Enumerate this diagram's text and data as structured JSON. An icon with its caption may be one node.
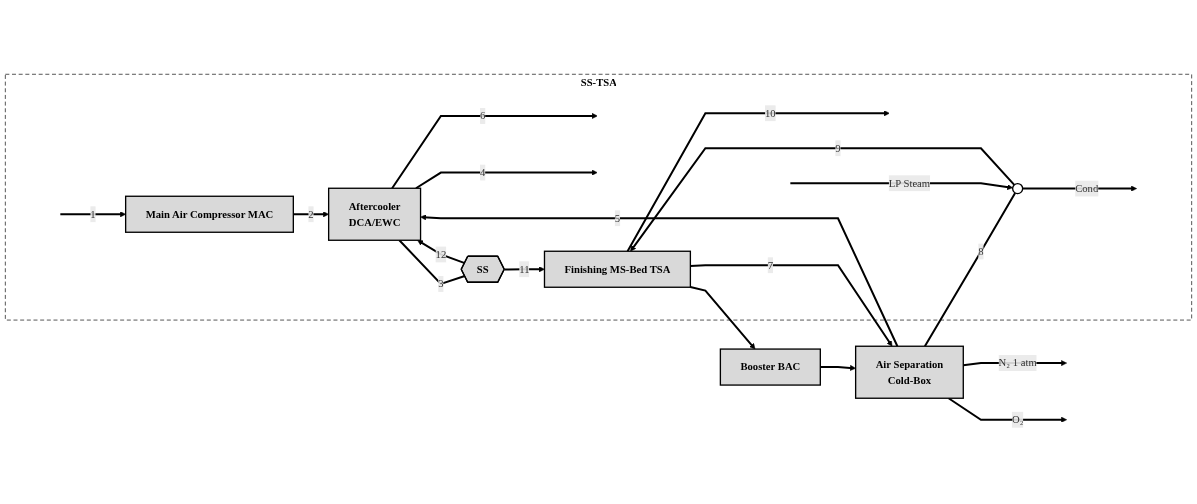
{
  "diagram": {
    "nodes": [
      {
        "text": [
          "SS-TSA"
        ]
      },
      {
        "text": [
          "Main Air Compressor MAC"
        ],
        "in": 0
      },
      {
        "text": [
          "Aftercooler",
          "DCA/EWC"
        ],
        "in": 0
      },
      {
        "text": [
          "SS"
        ],
        "in": 0
      },
      {
        "text": [
          "Finishing MS-Bed TSA"
        ],
        "in": 0
      },
      {
        "text": [],
        "shape": "circle",
        "in": 0
      },
      {
        "text": [
          "Air Separation",
          "Cold-Box"
        ]
      },
      {
        "text": [
          "Booster BAC"
        ]
      }
    ],
    "edges": [
      {
        "from": null,
        "to": 1,
        "arrow": "to",
        "label": "1"
      },
      {
        "from": 1,
        "to": 2,
        "arrow": "to",
        "label": "2"
      },
      {
        "from": 2,
        "to": 3,
        "arrow": "none",
        "label": "3"
      },
      {
        "from": 3,
        "to": 4,
        "arrow": "to",
        "label": "11"
      },
      {
        "from": 4,
        "to": 6,
        "arrow": "to",
        "label": "7"
      },
      {
        "from": 4,
        "to": 7,
        "arrow": "to"
      },
      {
        "from": 7,
        "to": 6,
        "arrow": "to"
      },
      {
        "from": 6,
        "to": null,
        "arrow": "to",
        "label": "N₂ 1 atm"
      },
      {
        "from": 6,
        "to": 2,
        "arrow": "to",
        "label": "5"
      },
      {
        "from": 6,
        "to": 5,
        "arrow": "none",
        "label": "8"
      },
      {
        "from": 5,
        "to": 4,
        "arrow": "to",
        "label": "9"
      },
      {
        "from": null,
        "to": 5,
        "arrow": "to",
        "label": "LP Steam"
      },
      {
        "from": 5,
        "to": null,
        "arrow": "to",
        "label": "Cond"
      },
      {
        "from": 2,
        "to": null,
        "arrow": "to",
        "label": "6"
      },
      {
        "from": 2,
        "to": null,
        "arrow": "to",
        "label": "4"
      },
      {
        "from": 4,
        "to": null,
        "arrow": "to",
        "label": "10"
      },
      {
        "from": 6,
        "to": null,
        "arrow": "to",
        "label": "O₂"
      },
      {
        "from": 3,
        "to": 2,
        "arrow": "to",
        "label": "12"
      }
    ]
  }
}
